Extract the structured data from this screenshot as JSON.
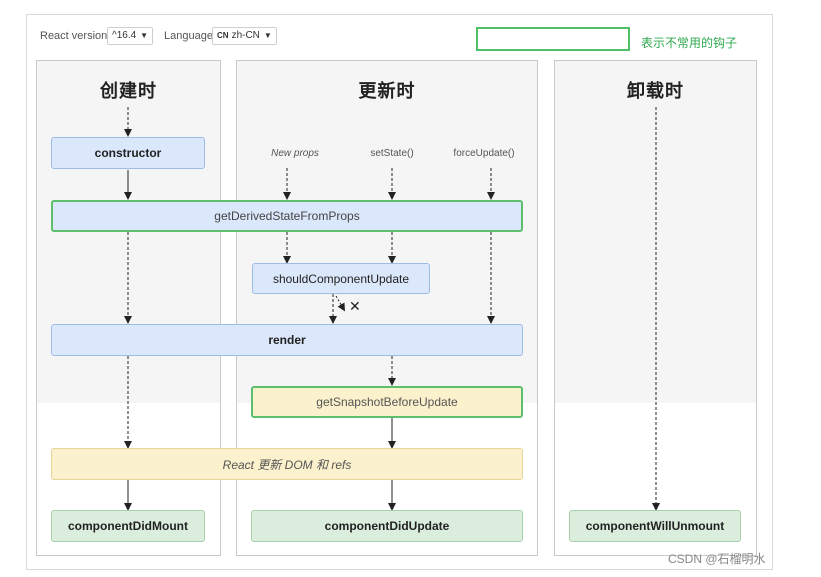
{
  "toolbar": {
    "react_version_label": "React version",
    "react_version_value": "^16.4",
    "language_label": "Language",
    "language_code_badge": "CN",
    "language_value": "zh-CN"
  },
  "legend": {
    "text": "表示不常用的钩子"
  },
  "columns": {
    "mount": {
      "title": "创建时"
    },
    "update": {
      "title": "更新时"
    },
    "unmount": {
      "title": "卸载时"
    }
  },
  "triggers": {
    "new_props": "New props",
    "set_state": "setState()",
    "force_update": "forceUpdate()"
  },
  "nodes": {
    "constructor": "constructor",
    "get_derived_state": "getDerivedStateFromProps",
    "should_update": "shouldComponentUpdate",
    "render": "render",
    "get_snapshot": "getSnapshotBeforeUpdate",
    "react_update_dom": "React 更新 DOM 和 refs",
    "did_mount": "componentDidMount",
    "did_update": "componentDidUpdate",
    "will_unmount": "componentWillUnmount"
  },
  "watermark": "CSDN @石榴明水",
  "colors": {
    "legend_green": "#4ec067",
    "lifecycle_blue": "#dbe8fb",
    "commit_yellow": "#fbf1cd",
    "mounted_green": "#dbeedd"
  }
}
